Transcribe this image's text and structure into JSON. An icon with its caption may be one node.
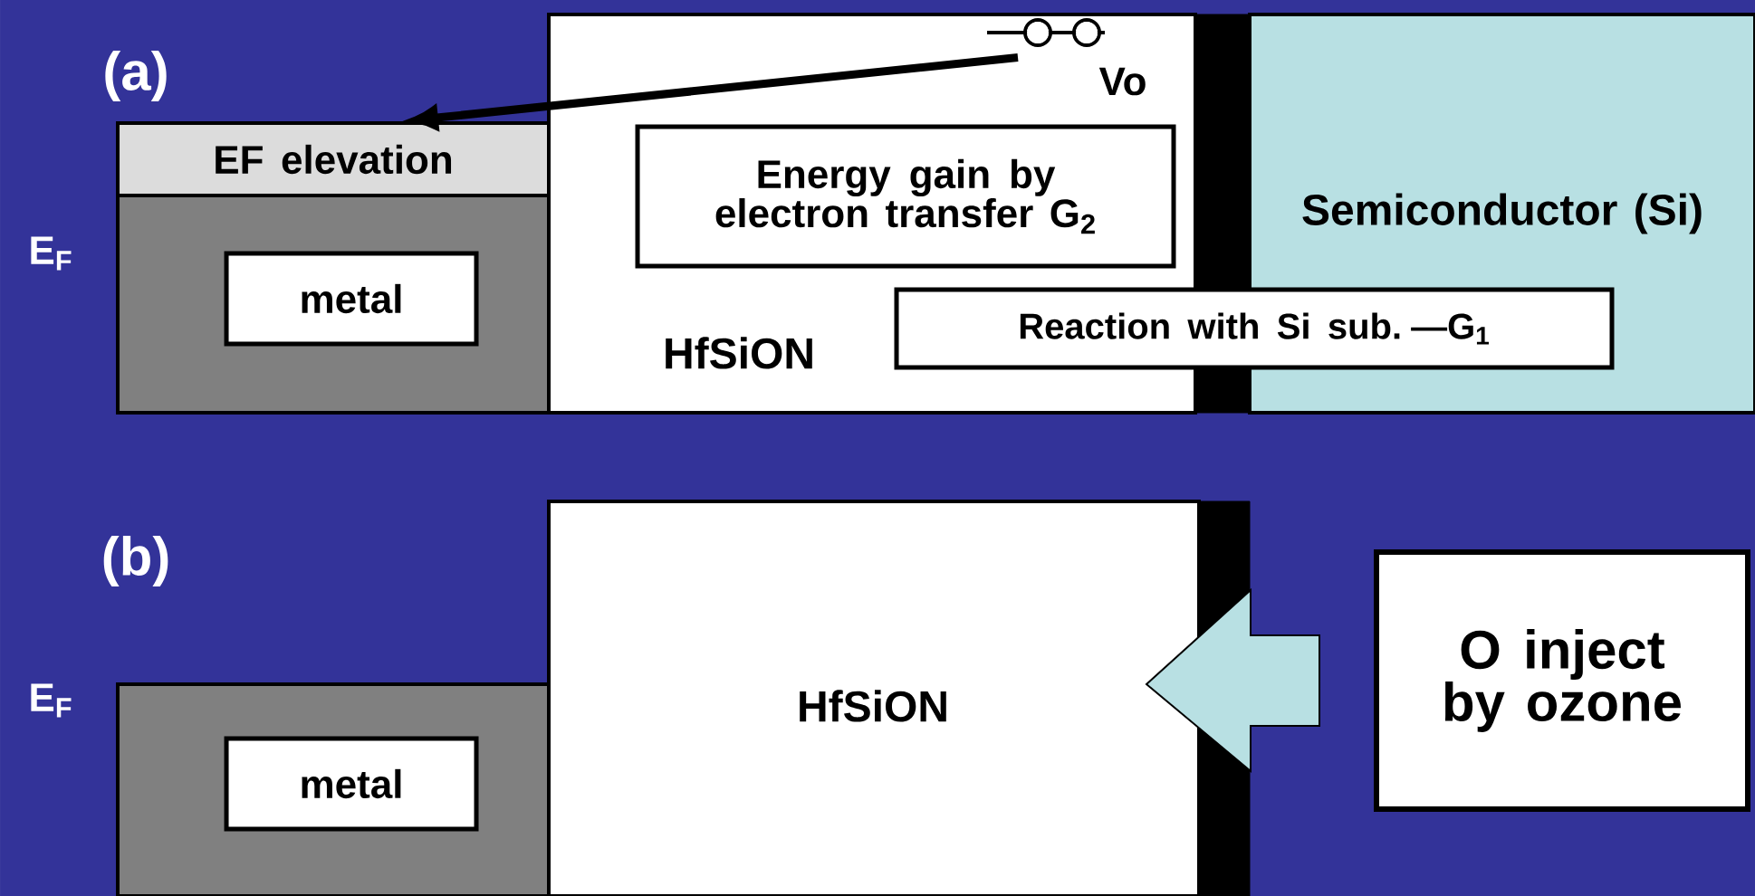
{
  "diagram": {
    "nodes": [
      {
        "text": [
          "EF elevation"
        ]
      },
      {
        "text": [],
        "shape": "box"
      },
      {
        "text": [
          "metal"
        ],
        "in": 1
      },
      {
        "text": [
          "HfSiON"
        ]
      },
      {
        "text": [
          "Vo"
        ],
        "in": 3
      },
      {
        "text": [
          "Energy gain by electron transfer G$_{2}$"
        ],
        "in": 3
      },
      {
        "text": [
          "Reaction with Si sub. —G$_{1}$"
        ]
      },
      {
        "text": [],
        "shape": "bar"
      },
      {
        "text": [
          "Semiconductor (Si)"
        ]
      },
      {
        "text": [],
        "shape": "box"
      },
      {
        "text": [
          "metal"
        ],
        "in": 9
      },
      {
        "text": [
          "HfSiON"
        ]
      },
      {
        "text": [],
        "shape": "bar"
      },
      {
        "text": [
          "O inject by ozone"
        ]
      }
    ],
    "edges": [
      {
        "from": 4,
        "to": 0,
        "arrow": "to"
      },
      {
        "from": 13,
        "to": 11,
        "arrow": "to",
        "color": "#b8e0e3"
      }
    ],
    "labels": [
      "(a)",
      "E$_{F}$",
      "(b)",
      "E$_{F}$"
    ]
  }
}
